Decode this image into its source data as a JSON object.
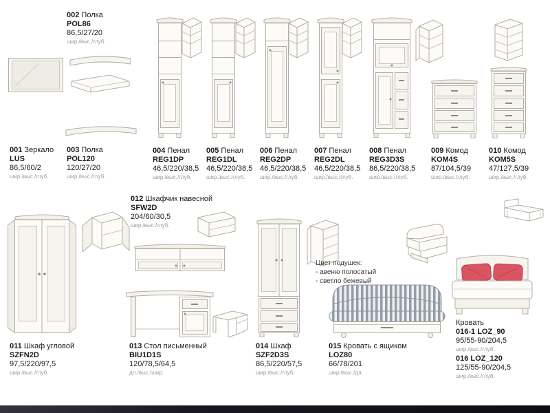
{
  "items": {
    "i001": {
      "num": "001",
      "name": "Зеркало",
      "code": "LUS",
      "dims": "86,5/60/2",
      "dlabel": "шир./выс./глуб."
    },
    "i002": {
      "num": "002",
      "name": "Полка",
      "code": "POL86",
      "dims": "86,5/27/20",
      "dlabel": "шир./выс./глуб."
    },
    "i003": {
      "num": "003",
      "name": "Полка",
      "code": "POL120",
      "dims": "120/27/20",
      "dlabel": "шир./выс./глуб."
    },
    "i004": {
      "num": "004",
      "name": "Пенал",
      "code": "REG1DP",
      "dims": "46,5/220/38,5",
      "dlabel": "шир./выс./глуб."
    },
    "i005": {
      "num": "005",
      "name": "Пенал",
      "code": "REG1DL",
      "dims": "46,5/220/38,5",
      "dlabel": "шир./выс./глуб."
    },
    "i006": {
      "num": "006",
      "name": "Пенал",
      "code": "REG2DP",
      "dims": "46,5/220/38,5",
      "dlabel": "шир./выс./глуб."
    },
    "i007": {
      "num": "007",
      "name": "Пенал",
      "code": "REG2DL",
      "dims": "46,5/220/38,5",
      "dlabel": "шир./выс./глуб."
    },
    "i008": {
      "num": "008",
      "name": "Пенал",
      "code": "REG3D3S",
      "dims": "86,5/220/38,5",
      "dlabel": "шир./выс./глуб."
    },
    "i009": {
      "num": "009",
      "name": "Комод",
      "code": "KOM4S",
      "dims": "87/104,5/39",
      "dlabel": "шир./выс./глуб."
    },
    "i010": {
      "num": "010",
      "name": "Комод",
      "code": "KOM5S",
      "dims": "47/127,5/39",
      "dlabel": "шир./выс./глуб."
    },
    "i011": {
      "num": "011",
      "name": "Шкаф угловой",
      "code": "SZFN2D",
      "dims": "97,5/220/97,5",
      "dlabel": "шир./выс./глуб."
    },
    "i012": {
      "num": "012",
      "name": "Шкафчик навесной",
      "code": "SFW2D",
      "dims": "204/60/30,5",
      "dlabel": "шир./выс./глуб."
    },
    "i013": {
      "num": "013",
      "name": "Стол письменный",
      "code": "BIU1D1S",
      "dims": "120/78,5/64,5",
      "dlabel": "дл./выс./шир."
    },
    "i014": {
      "num": "014",
      "name": "Шкаф",
      "code": "SZF2D3S",
      "dims": "86,5/220/57,5",
      "dlabel": "шир./выс./глуб."
    },
    "i015": {
      "num": "015",
      "name": "Кровать с ящиком",
      "code": "LOZ80",
      "dims": "66/78/201",
      "dlabel": "шир./выс./дл."
    }
  },
  "beds": {
    "header": "Кровать",
    "b1_num": "016-1",
    "b1_code": "LOZ_90",
    "b1_dims": "95/55-90/204,5",
    "b1_dlabel": "шир./выс./глуб.",
    "b2_num": "016",
    "b2_code": "LOZ_120",
    "b2_dims": "125/55-90/204,5",
    "b2_dlabel": "шир./выс./глуб."
  },
  "pillow_note": {
    "title": "Цвет подушек:",
    "line1": "- авеню полосатый",
    "line2": "- светло бежевый"
  },
  "colors": {
    "line": "#b2aea5",
    "pillow": "#d95561",
    "stripe": "#949ca7",
    "bottom_bar": "#14141c"
  }
}
